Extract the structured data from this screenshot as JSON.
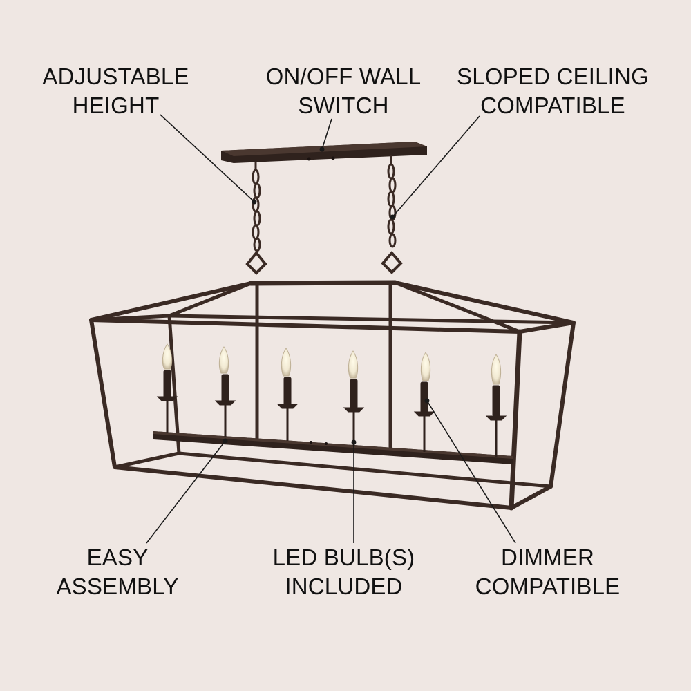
{
  "callouts": {
    "adjustable_height": {
      "line1": "ADJUSTABLE",
      "line2": "HEIGHT"
    },
    "wall_switch": {
      "line1": "ON/OFF WALL",
      "line2": "SWITCH"
    },
    "sloped_ceiling": {
      "line1": "SLOPED CEILING",
      "line2": "COMPATIBLE"
    },
    "easy_assembly": {
      "line1": "EASY",
      "line2": "ASSEMBLY"
    },
    "led_bulbs": {
      "line1": "LED BULB(S)",
      "line2": "INCLUDED"
    },
    "dimmer": {
      "line1": "DIMMER",
      "line2": "COMPATIBLE"
    }
  },
  "colors": {
    "background": "#efe7e3",
    "fixture": "#3a2a24",
    "text": "#111111",
    "bulb": "#f6f1e4"
  },
  "icons": [
    "linear-chandelier-fixture"
  ]
}
